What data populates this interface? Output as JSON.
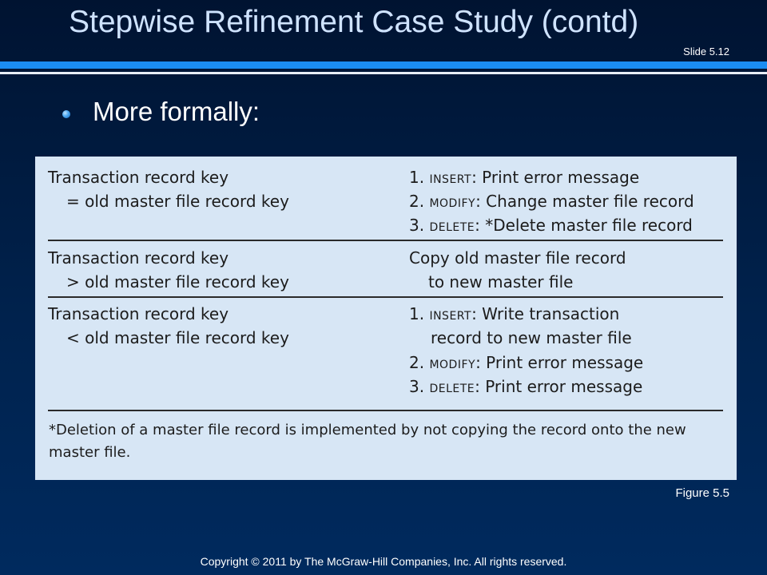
{
  "slide": {
    "title": "Stepwise Refinement Case Study (contd)",
    "slide_number": "Slide 5.12",
    "bullet": "More formally:",
    "figure_label": "Figure 5.5",
    "copyright": "Copyright © 2011 by The McGraw-Hill Companies, Inc.  All rights reserved."
  },
  "table": {
    "rows": [
      {
        "condition": [
          "Transaction record key",
          "= old master file record key"
        ],
        "actions": [
          {
            "num": "1. ",
            "kw": "INSERT",
            "text": ": Print error message"
          },
          {
            "num": "2. ",
            "kw": "MODIFY",
            "text": ": Change master file record"
          },
          {
            "num": "3. ",
            "kw": "DELETE",
            "text": ": *Delete master file record"
          }
        ]
      },
      {
        "condition": [
          "Transaction record key",
          "> old master file record key"
        ],
        "actions_plain": [
          "Copy old master file record",
          "to new master file"
        ]
      },
      {
        "condition": [
          "Transaction record key",
          "< old master file record key"
        ],
        "actions": [
          {
            "num": "1. ",
            "kw": "INSERT",
            "text": ": Write transaction"
          },
          {
            "num": "",
            "kw": "",
            "text": "record to new master file"
          },
          {
            "num": "2. ",
            "kw": "MODIFY",
            "text": ": Print error message"
          },
          {
            "num": "3. ",
            "kw": "DELETE",
            "text": ": Print error message"
          }
        ]
      }
    ],
    "footnote": "*Deletion of a master file record is implemented by not copying the record onto the new master file."
  }
}
